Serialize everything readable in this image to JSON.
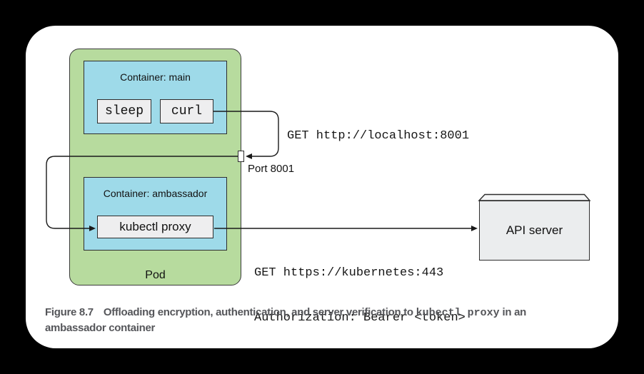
{
  "figure": {
    "pod_label": "Pod",
    "container_main_label": "Container: main",
    "container_ambassador_label": "Container: ambassador",
    "sleep_label": "sleep",
    "curl_label": "curl",
    "kubectl_proxy_label": "kubectl proxy",
    "api_server_label": "API server",
    "port_label": "Port 8001",
    "request_local": "GET http://localhost:8001",
    "request_api_line1": "GET https://kubernetes:443",
    "request_api_line2": "Authorization: Bearer <token>"
  },
  "caption": {
    "label": "Figure 8.7",
    "line1_pre": "Offloading encryption, authentication, and server verification to ",
    "line1_code": "kubectl proxy",
    "line1_post": " in an",
    "line2": "ambassador container"
  },
  "colors": {
    "background": "#000000",
    "card": "#ffffff",
    "pod_green": "#b7db9e",
    "container_blue": "#9edae9",
    "box_gray": "#eeeeef",
    "api_server_front": "#ebedee",
    "api_server_top": "#f5f6f7",
    "line": "#1a1a1a",
    "caption_text": "#55565a"
  }
}
